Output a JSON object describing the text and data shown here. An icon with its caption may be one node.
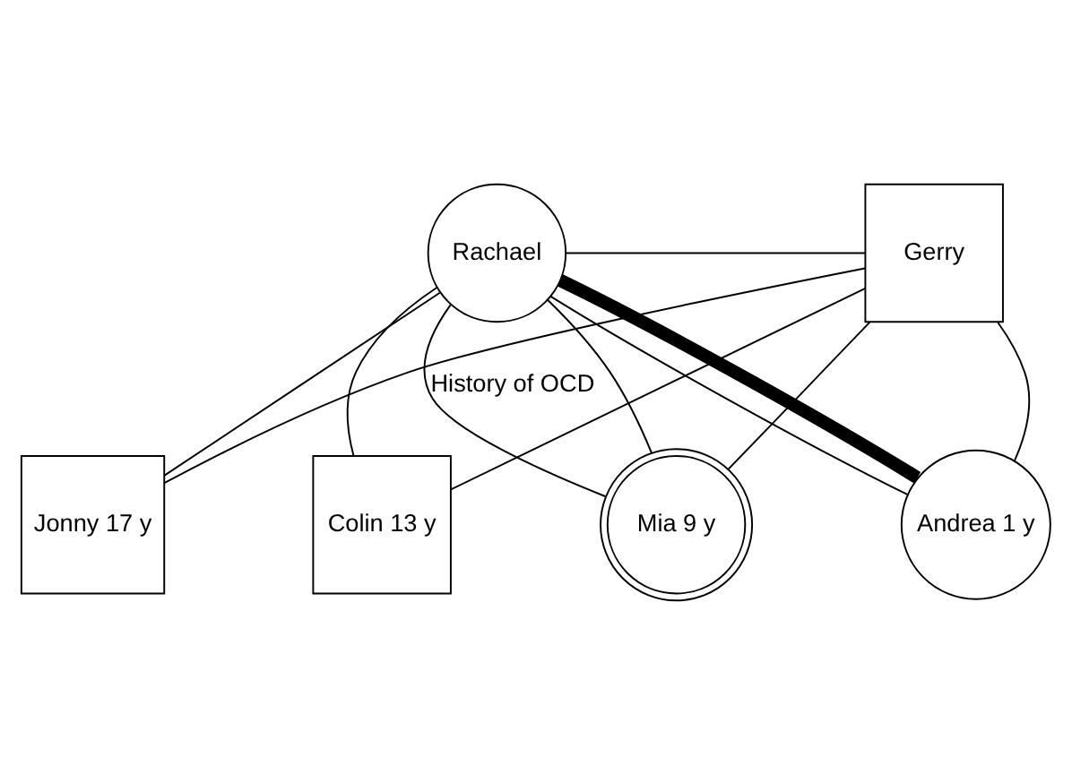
{
  "diagram": {
    "nodes": [
      {
        "text": [
          "Rachael"
        ]
      },
      {
        "text": [
          "Gerry"
        ]
      },
      {
        "text": [
          "Jonny 17 y"
        ]
      },
      {
        "text": [
          "Colin 13 y"
        ]
      },
      {
        "text": [
          "Mia 9 y"
        ]
      },
      {
        "text": [
          "Andrea 1 y"
        ]
      }
    ],
    "edges": [
      {
        "from": 0,
        "to": 1,
        "arrow": "none"
      },
      {
        "from": 0,
        "to": 2,
        "arrow": "none"
      },
      {
        "from": 1,
        "to": 2,
        "arrow": "none"
      },
      {
        "from": 0,
        "to": 3,
        "arrow": "none"
      },
      {
        "from": 1,
        "to": 3,
        "arrow": "none"
      },
      {
        "from": 0,
        "to": 4,
        "arrow": "none"
      },
      {
        "from": 1,
        "to": 4,
        "arrow": "none"
      },
      {
        "from": 0,
        "to": 5,
        "arrow": "none"
      },
      {
        "from": 1,
        "to": 5,
        "arrow": "none"
      },
      {
        "from": 0,
        "to": 4,
        "arrow": "none",
        "label": "History of OCD"
      },
      {
        "from": 0,
        "to": 5,
        "arrow": "none",
        "style": "thick"
      }
    ]
  }
}
